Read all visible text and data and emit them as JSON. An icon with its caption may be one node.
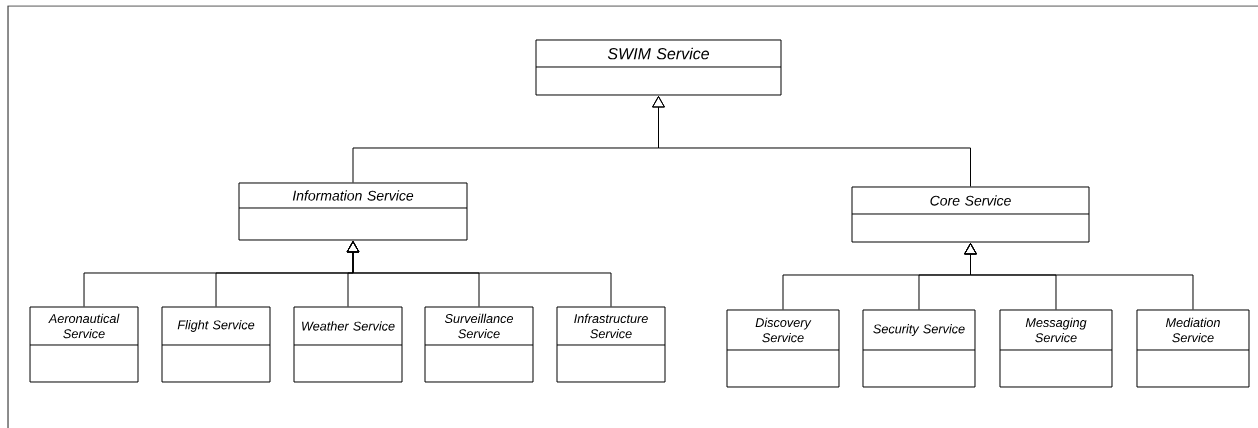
{
  "diagram": {
    "nodes": [
      {
        "text": [
          "SWIM Service"
        ]
      },
      {
        "text": [
          "Information Service"
        ]
      },
      {
        "text": [
          "Core Service"
        ]
      },
      {
        "text": [
          "Aeronautical Service"
        ]
      },
      {
        "text": [
          "Flight Service"
        ]
      },
      {
        "text": [
          "Weather Service"
        ]
      },
      {
        "text": [
          "Surveillance Service"
        ]
      },
      {
        "text": [
          "Infrastructure Service"
        ]
      },
      {
        "text": [
          "Discovery Service"
        ]
      },
      {
        "text": [
          "Security Service"
        ]
      },
      {
        "text": [
          "Messaging Service"
        ]
      },
      {
        "text": [
          "Mediation Service"
        ]
      }
    ],
    "edges": [
      {
        "from": 1,
        "to": 0,
        "arrow": "to"
      },
      {
        "from": 2,
        "to": 0,
        "arrow": "to"
      },
      {
        "from": 3,
        "to": 1,
        "arrow": "to"
      },
      {
        "from": 4,
        "to": 1,
        "arrow": "to"
      },
      {
        "from": 5,
        "to": 1,
        "arrow": "to"
      },
      {
        "from": 6,
        "to": 1,
        "arrow": "to"
      },
      {
        "from": 7,
        "to": 1,
        "arrow": "to"
      },
      {
        "from": 8,
        "to": 2,
        "arrow": "to"
      },
      {
        "from": 9,
        "to": 2,
        "arrow": "to"
      },
      {
        "from": 10,
        "to": 2,
        "arrow": "to"
      },
      {
        "from": 11,
        "to": 2,
        "arrow": "to"
      }
    ]
  }
}
